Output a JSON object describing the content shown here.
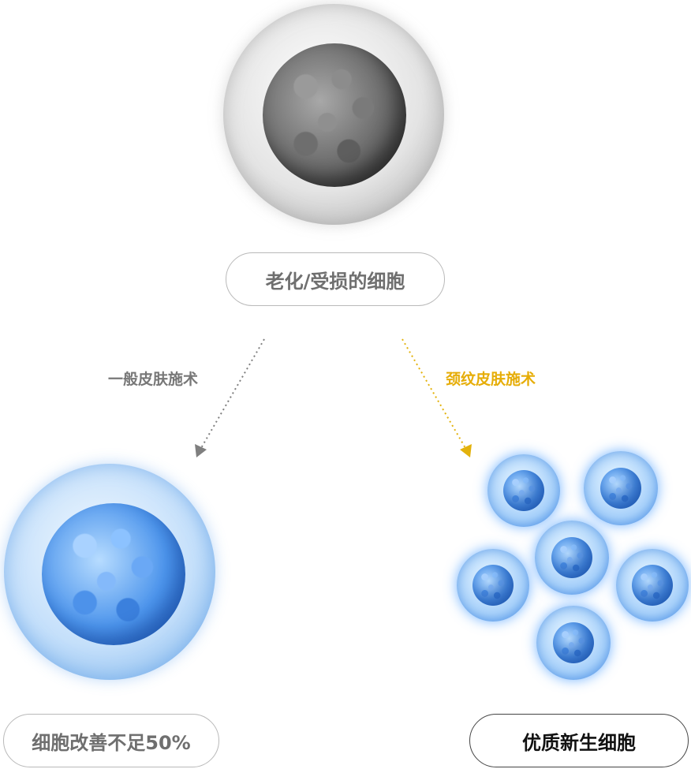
{
  "nodes": {
    "top_label": "老化/受损的细胞",
    "left_label": "细胞改善不足50%",
    "right_label": "优质新生细胞"
  },
  "arrows": {
    "left_label": "一般皮肤施术",
    "right_label": "颈纹皮肤施术"
  },
  "colors": {
    "left_arrow": "#7f7f7f",
    "right_arrow": "#e3b20c",
    "left_label": "#777777",
    "right_label": "#e6ad07"
  }
}
